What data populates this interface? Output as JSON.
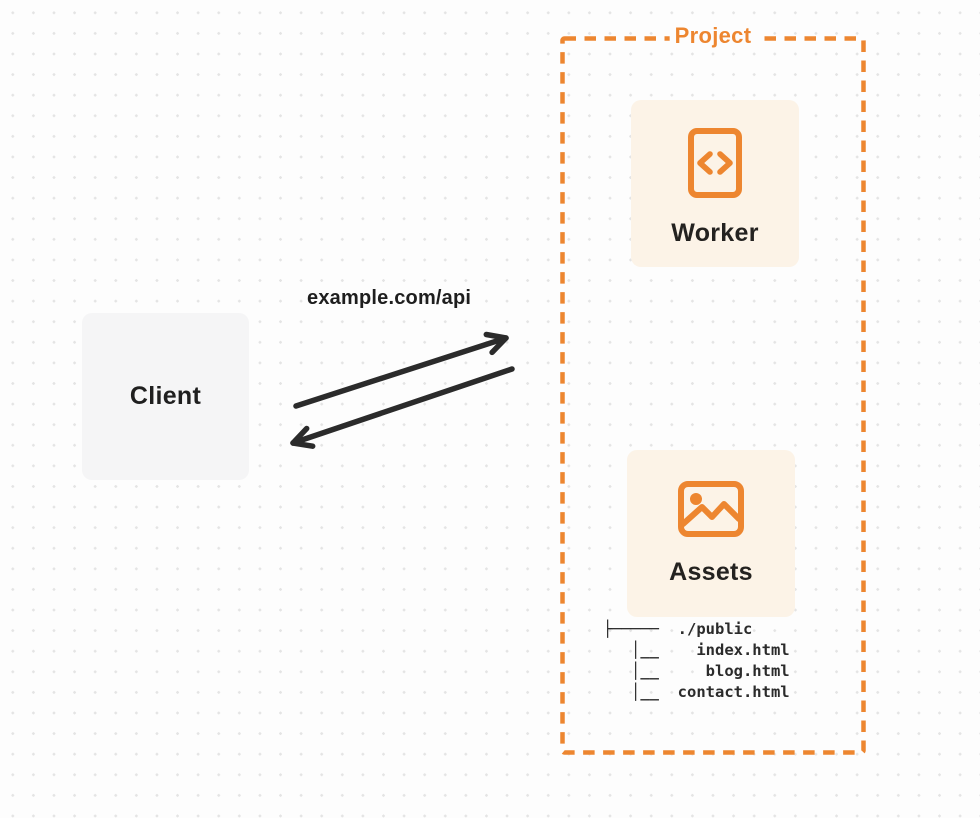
{
  "colors": {
    "page_bg": "#FDFDFD",
    "dot": "#E4E4E4",
    "accent": "#ED8630",
    "card_bg": "#FCF3E7",
    "client_bg": "#F5F5F6",
    "ink": "#262626",
    "arrow": "#2B2B2B"
  },
  "client": {
    "label": "Client"
  },
  "request": {
    "label": "example.com/api"
  },
  "project": {
    "label": "Project"
  },
  "worker": {
    "label": "Worker",
    "icon": "code-file-icon"
  },
  "assets": {
    "label": "Assets",
    "icon": "image-icon"
  },
  "file_tree": {
    "lines": [
      "├─────  ./public",
      "   │__    index.html",
      "   │__     blog.html",
      "   │__  contact.html"
    ]
  }
}
